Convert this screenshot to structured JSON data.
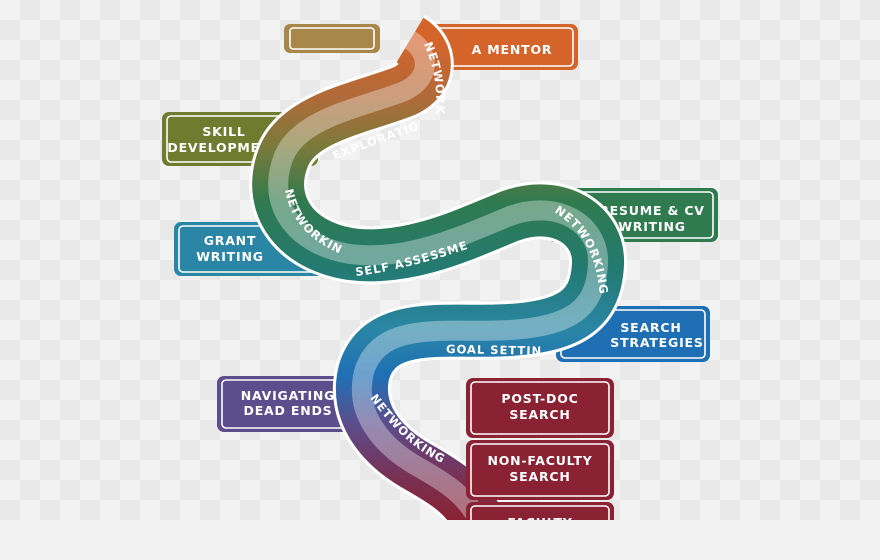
{
  "colors": {
    "orange": "#d4642a",
    "tan": "#a8874a",
    "olive": "#6f7b2e",
    "green": "#2f7a4f",
    "teal": "#2a86a4",
    "blue": "#1f6fb5",
    "purple": "#5c4d8c",
    "maroon": "#8a2233"
  },
  "boxes": {
    "mentor": {
      "lines": [
        "A MENTOR"
      ]
    },
    "skill_development": {
      "lines": [
        "SKILL",
        "DEVELOPMENT"
      ]
    },
    "grant_writing": {
      "lines": [
        "GRANT",
        "WRITING"
      ]
    },
    "resume_cv_writing": {
      "lines": [
        "RESUME & CV",
        "WRITING"
      ]
    },
    "search_strategies": {
      "lines": [
        "SEARCH",
        "STRATEGIES"
      ]
    },
    "navigating_dead_ends": {
      "lines": [
        "NAVIGATING",
        "DEAD ENDS"
      ]
    },
    "post_doc_search": {
      "lines": [
        "POST-DOC",
        "SEARCH"
      ]
    },
    "non_faculty_search": {
      "lines": [
        "NON-FACULTY",
        "SEARCH"
      ]
    },
    "faculty_search": {
      "lines": [
        "FACULTY"
      ]
    }
  },
  "path_labels": {
    "networking_top": "NETWORKING",
    "exploration": "EXPLORATION",
    "networking_left": "NETWORKING",
    "self_assessment": "SELF ASSESSMENT",
    "networking_right": "NETWORKING",
    "goal_setting": "GOAL SETTING",
    "networking_bottom": "NETWORKING"
  }
}
